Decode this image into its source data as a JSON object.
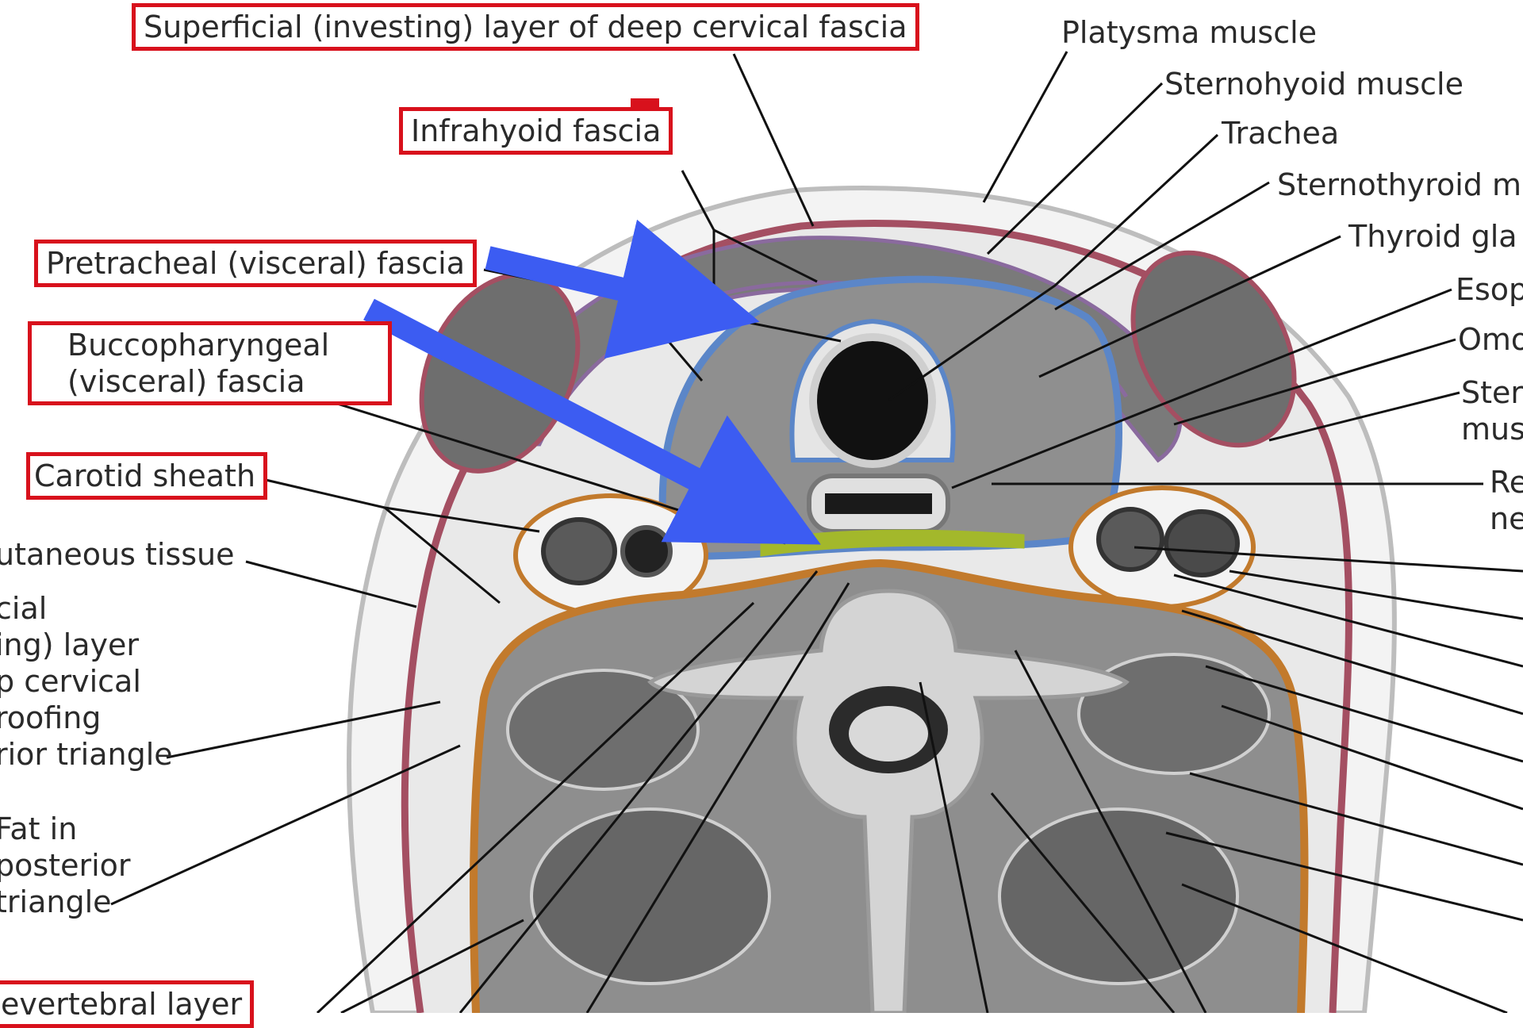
{
  "colors": {
    "highlight_box": "#d8111c",
    "arrow": "#3c5cf2",
    "investing_fascia": "#a44f62",
    "pretracheal_fascia": "#5b86c8",
    "prevertebral_fascia": "#c27a2c",
    "buccopharyngeal_fascia": "#a3b82b",
    "infrahyoid_fascia": "#8a6a9e",
    "muscle": "#6e6e6e",
    "bone": "#d4d4d4"
  },
  "labels_highlighted": {
    "superficial_investing": "Superficial (investing) layer of deep cervical fascia",
    "infrahyoid": "Infrahyoid fascia",
    "pretracheal": "Pretracheal (visceral) fascia",
    "buccopharyngeal": "Buccopharyngeal\n(visceral) fascia",
    "carotid_sheath": "Carotid sheath",
    "prevertebral": "evertebral layer"
  },
  "labels_right": {
    "platysma": "Platysma muscle",
    "sternohyoid": "Sternohyoid muscle",
    "trachea": "Trachea",
    "sternothyroid": "Sternothyroid m",
    "thyroid": "Thyroid gla",
    "esophagus": "Esop",
    "omohyoid": "Omo",
    "sternocleidomastoid": "Ster\nmus",
    "recurrent_laryngeal": "Re\nne"
  },
  "labels_left": {
    "subcutaneous": "utaneous tissue",
    "investing_roof": "cial\ning) layer\np cervical\nroofing\nrior triangle",
    "fat_posterior": "Fat in\nposterior\ntriangle"
  }
}
